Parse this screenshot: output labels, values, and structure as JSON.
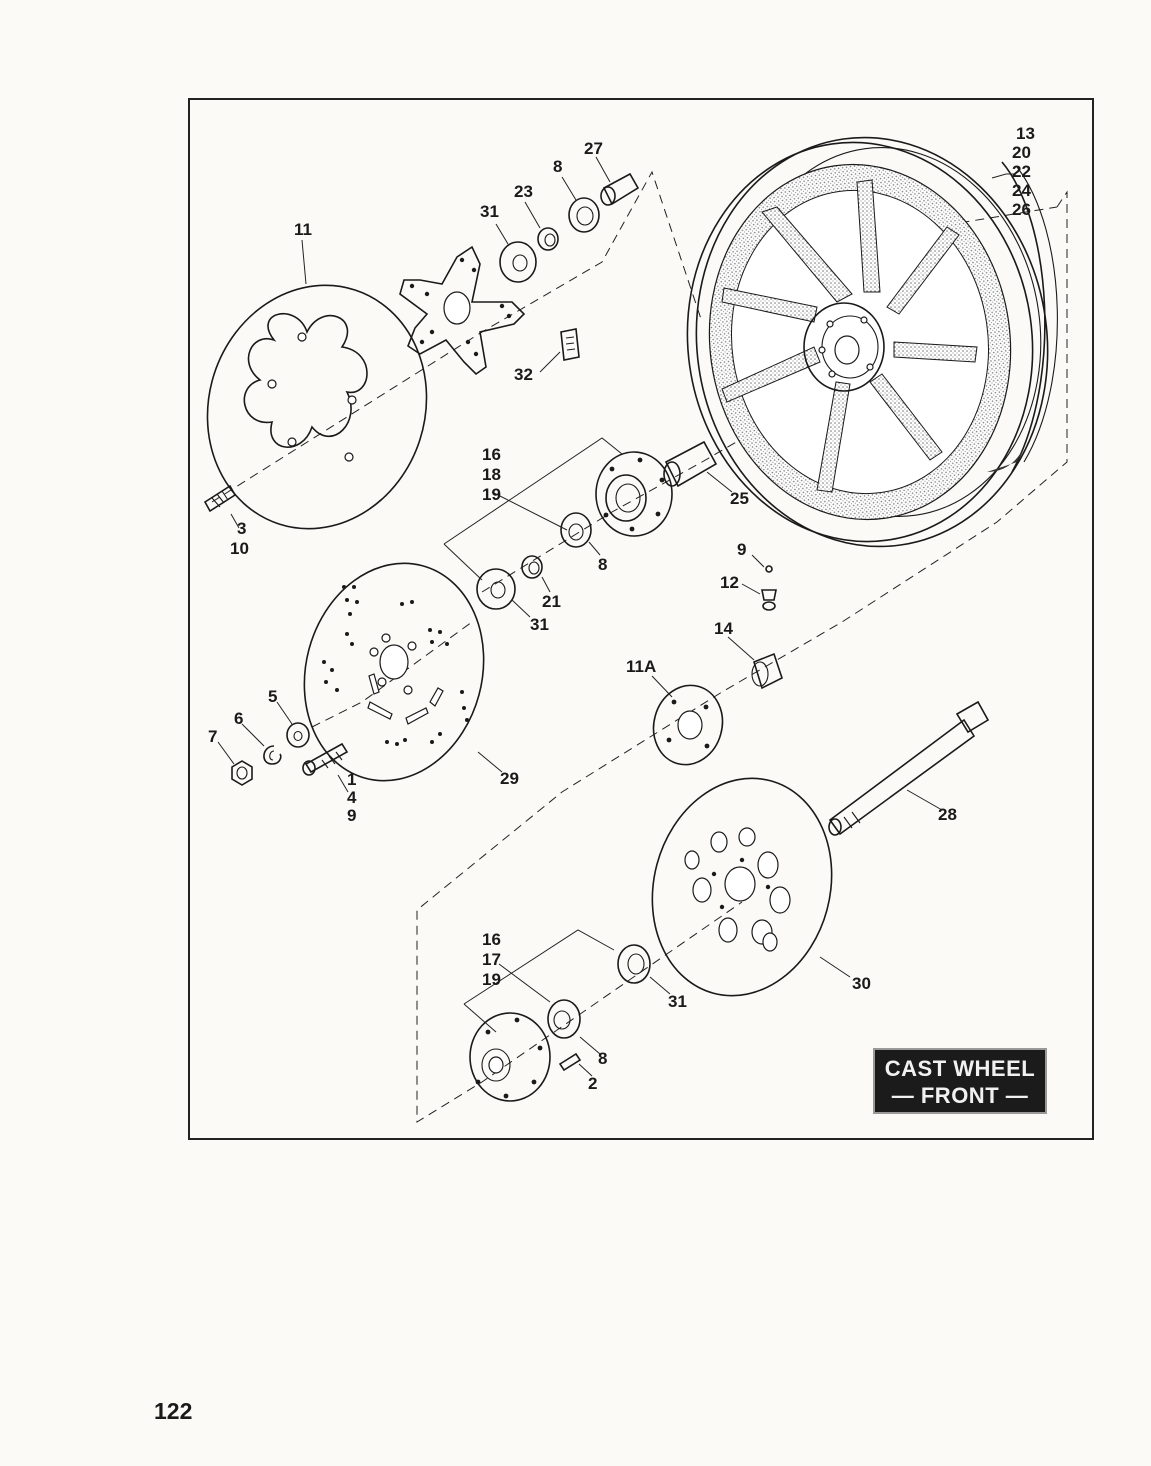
{
  "badge": {
    "line1": "CAST WHEEL",
    "line2": "— FRONT —"
  },
  "page_number": "122",
  "callouts": {
    "c1": "1",
    "c2": "2",
    "c3": "3",
    "c4": "4",
    "c5": "5",
    "c6": "6",
    "c7": "7",
    "c8a": "8",
    "c8b": "8",
    "c8c": "8",
    "c9a": "9",
    "c9b": "9",
    "c10": "10",
    "c11": "11",
    "c11a": "11A",
    "c12": "12",
    "c13": "13",
    "c14": "14",
    "c16a": "16",
    "c16b": "16",
    "c17": "17",
    "c18": "18",
    "c19a": "19",
    "c19b": "19",
    "c20": "20",
    "c21": "21",
    "c22": "22",
    "c23": "23",
    "c24": "24",
    "c25": "25",
    "c26": "26",
    "c27": "27",
    "c28": "28",
    "c29": "29",
    "c30": "30",
    "c31a": "31",
    "c31b": "31",
    "c31c": "31",
    "c32": "32"
  }
}
